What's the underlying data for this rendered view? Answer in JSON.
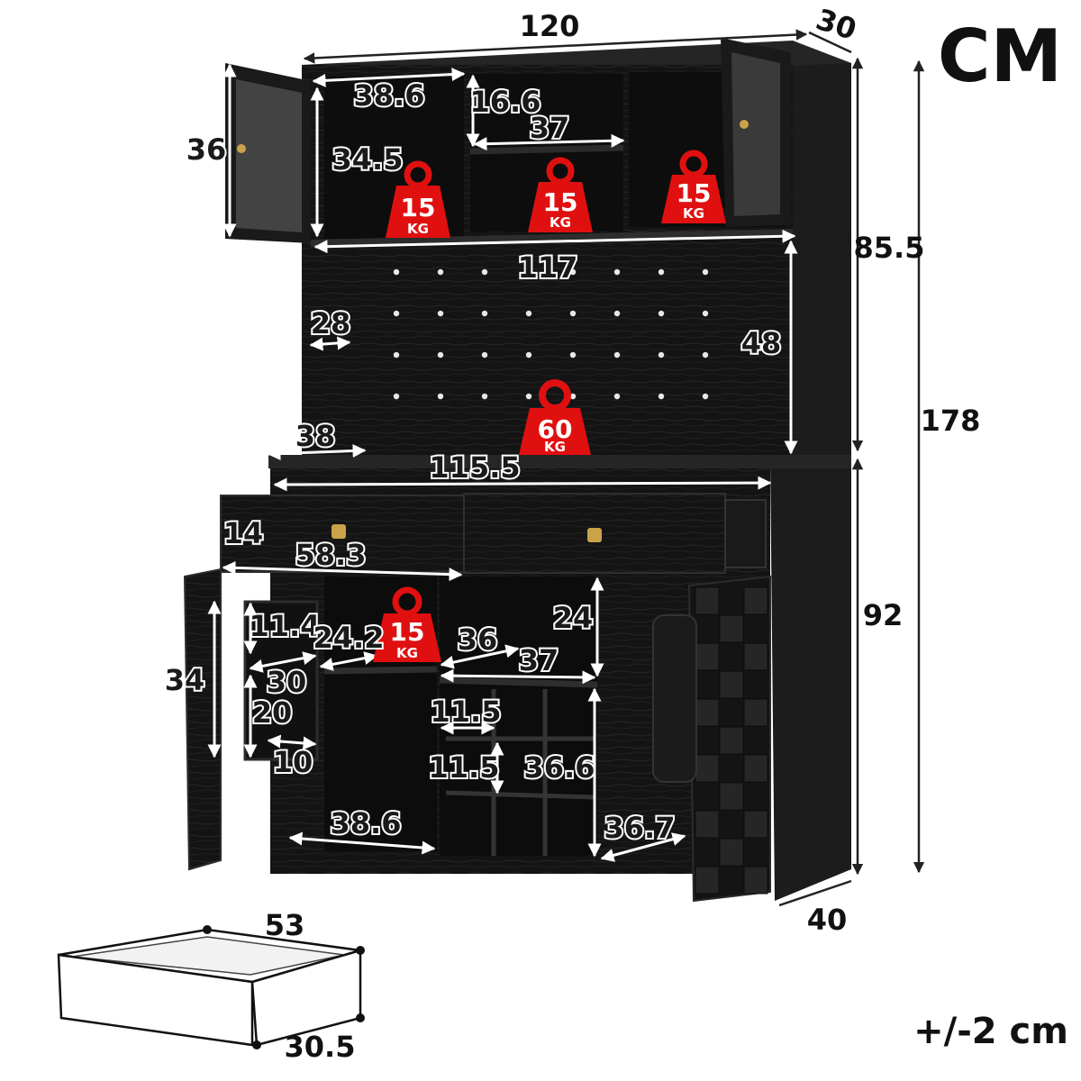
{
  "unit_label": "CM",
  "tolerance": "+/-2 cm",
  "dimensions": {
    "total_width": "120",
    "depth_top": "30",
    "depth_base": "40",
    "total_height": "178",
    "hutch_height": "85.5",
    "base_height": "92",
    "glass_door_height": "36",
    "left_compartment_width": "38.6",
    "left_compartment_height": "34.5",
    "middle_open_height": "16.6",
    "middle_compartment_width": "37",
    "hutch_inner_width": "117",
    "pegboard_side_depth": "28",
    "pegboard_height": "48",
    "counter_left_depth": "38",
    "drawer_span_width": "115.5",
    "drawer_height": "14",
    "drawer_width": "58.3",
    "base_cabinet_height": "34",
    "door_rack_width": "11.4",
    "door_rack_gap": "24.2",
    "door_rack_depth": "30",
    "door_rack_height": "20",
    "door_rack_shelf_depth": "10",
    "base_upper_right_height": "24",
    "base_shelf_depth": "36",
    "base_shelf_width": "37",
    "wine_cell_width": "11.5",
    "wine_cell_height": "11.5",
    "wine_rack_height": "36.6",
    "base_left_width": "38.6",
    "base_right_depth": "36.7",
    "loose_drawer_length": "53",
    "loose_drawer_depth": "30.5"
  },
  "weights": [
    {
      "number": "15",
      "unit": "KG"
    },
    {
      "number": "15",
      "unit": "KG"
    },
    {
      "number": "15",
      "unit": "KG"
    },
    {
      "number": "60",
      "unit": "KG"
    },
    {
      "number": "15",
      "unit": "KG"
    }
  ],
  "colors": {
    "cabinet": "#121212",
    "cabinet_edge": "#2a2a2a",
    "weight_badge": "#e01010",
    "hardware_gold": "#c9a24a"
  }
}
